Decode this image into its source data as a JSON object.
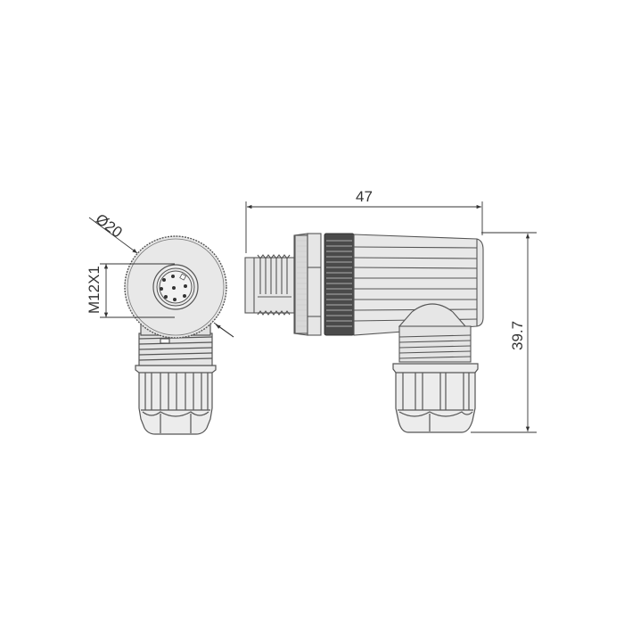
{
  "drawing": {
    "title": "M12 right-angle connector dimension drawing",
    "colors": {
      "line": "#555555",
      "fill_body": "#e8e8e8",
      "fill_dark": "#555555",
      "dim_line": "#333333",
      "background": "#ffffff"
    },
    "front_view": {
      "dimensions": {
        "diameter_label": "Ø20",
        "thread_label": "M12X1"
      },
      "pin_count": 8
    },
    "side_view": {
      "dimensions": {
        "length_label": "47",
        "height_label": "39.7"
      }
    }
  }
}
